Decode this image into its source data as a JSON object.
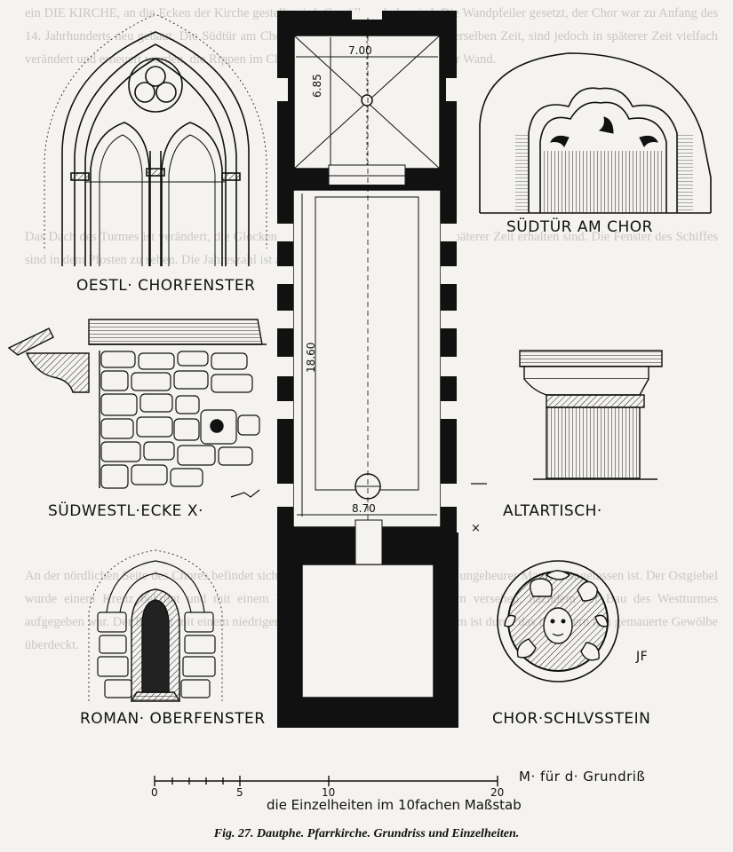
{
  "labels": {
    "east_window": "OESTL· CHORFENSTER",
    "south_door": "SÜDTÜR AM CHOR",
    "sw_corner": "SÜDWESTL·ECKE X·",
    "altar": "ALTARTISCH·",
    "roman_window": "ROMAN· OBERFENSTER",
    "keystone": "CHOR·SCHLVSSTEIN",
    "scale_grundriss": "M· für d· Grundriß",
    "scale_detail": "die Einzelheiten im 10fachen Maßstab",
    "monogram": "JF",
    "x_marker": "×"
  },
  "dimensions": {
    "choir_width": "7.00",
    "choir_length": "6.85",
    "nave_length": "18.60",
    "nave_width": "8.70"
  },
  "scale_ticks": [
    "0",
    "5",
    "10",
    "20"
  ],
  "caption": "Fig. 27. Dautphe. Pfarrkirche. Grundriss und Einzelheiten.",
  "background_text": {
    "top": "ein DIE KIRCHE, an die Ecken der Kirche gestellt wird, Gewölbe erhoben i. J. Die Wandpfeiler gesetzt, der Chor war zu Anfang des 14. Jahrhunderts neu gebaut. Die Südtür am Chor und die Fenster stammen aus derselben Zeit, sind jedoch in späterer Zeit vielfach verändert und erneuert worden, die Rippen im Chorgewölbe und ihre Ansätze an der Wand.",
    "mid": "Das Dach des Turmes ist verändert, die Glockenstube führenden Baureste, die in späterer Zeit erhalten sind. Die Fenster des Schiffes sind in dem Pfosten zu sehen. Die Jahreszahl ist am Stein des Chores eingehauen.",
    "lower": "An der nördlichen Seite des Chores befindet sich eine Tafel, die in einem Fachwerk ungeheurer Mauern eingelassen ist. Der Ostgiebel wurde einem Kreuz bekrönt und mit einem Vorbau von geschlossenen Mauern versehen, nachdem der Bau des Westturmes aufgegeben war. Der Rest ist mit einem niedrigen Dach abgeschlossen. Der Westturm ist durch das im Innern neu gemauerte Gewölbe überdeckt."
  }
}
